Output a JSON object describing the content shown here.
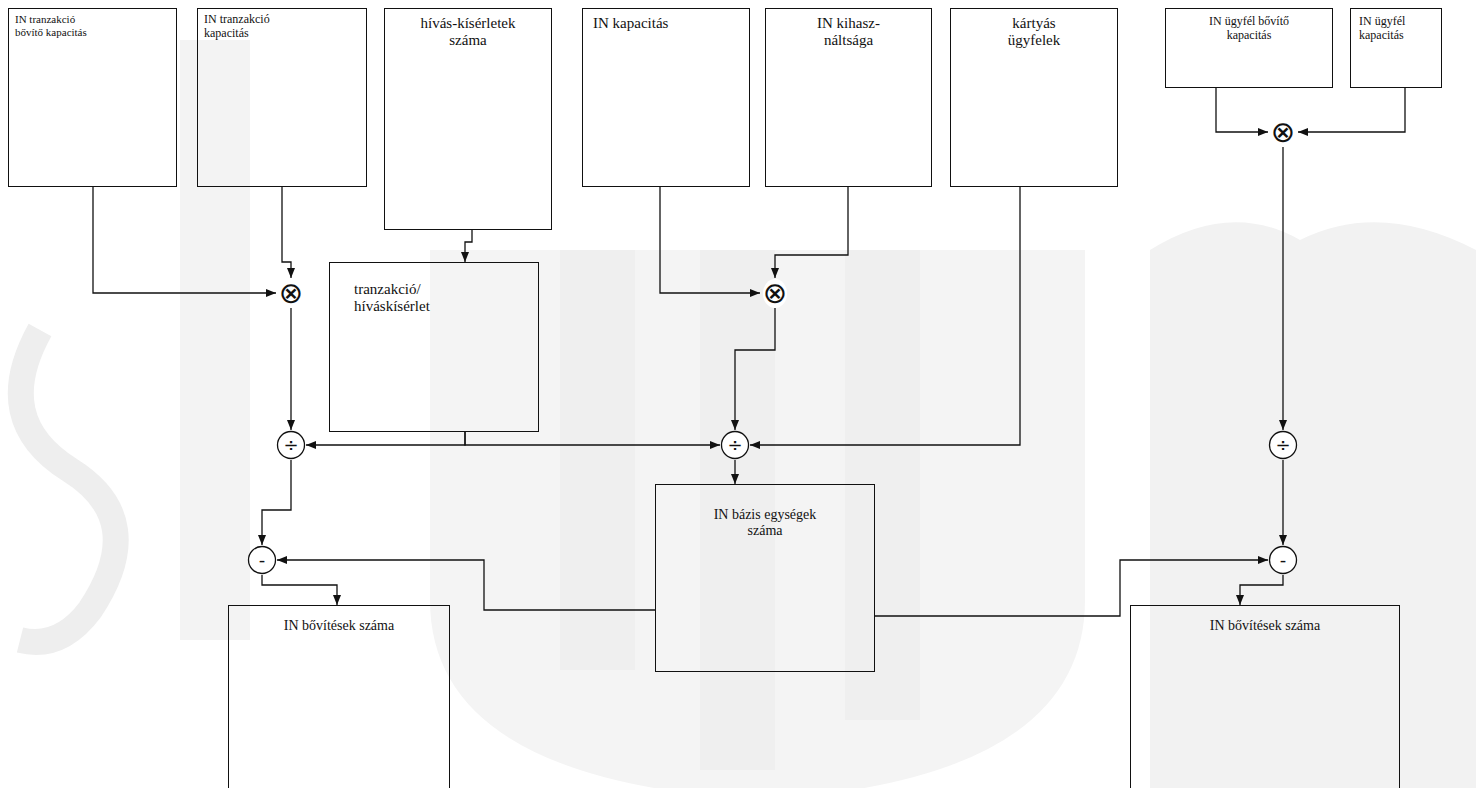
{
  "diagram": {
    "nodes": [
      {
        "text": [
          "IN tranzakció bővítő kapacitás"
        ]
      },
      {
        "text": [
          "IN tranzakció kapacitás"
        ]
      },
      {
        "text": [
          "hívás-kísérletek száma"
        ]
      },
      {
        "text": [
          "IN kapacitás"
        ]
      },
      {
        "text": [
          "IN kihasz- náltsága"
        ]
      },
      {
        "text": [
          "kártyás ügyfelek"
        ]
      },
      {
        "text": [
          "IN ügyfél bővítő kapacitás"
        ]
      },
      {
        "text": [
          "IN ügyfél kapacitás"
        ]
      },
      {
        "text": [
          "⊗"
        ]
      },
      {
        "text": [
          "tranzakció/ híváskísérlet"
        ]
      },
      {
        "text": [
          "⊗"
        ]
      },
      {
        "text": [
          "⊗"
        ]
      },
      {
        "text": [
          "÷"
        ]
      },
      {
        "text": [
          "÷"
        ]
      },
      {
        "text": [
          "÷"
        ]
      },
      {
        "text": [
          "IN bázis egységek száma"
        ]
      },
      {
        "text": [
          "-"
        ]
      },
      {
        "text": [
          "-"
        ]
      },
      {
        "text": [
          "IN bővítések száma"
        ]
      },
      {
        "text": [
          "IN bővítések száma"
        ]
      }
    ],
    "edges": [
      {
        "from": 0,
        "to": 8,
        "arrow": "to"
      },
      {
        "from": 1,
        "to": 8,
        "arrow": "to"
      },
      {
        "from": 3,
        "to": 10,
        "arrow": "to"
      },
      {
        "from": 4,
        "to": 10,
        "arrow": "to"
      },
      {
        "from": 6,
        "to": 11,
        "arrow": "to"
      },
      {
        "from": 7,
        "to": 11,
        "arrow": "to"
      },
      {
        "from": 2,
        "to": 9,
        "arrow": "to"
      },
      {
        "from": 8,
        "to": 12,
        "arrow": "to"
      },
      {
        "from": 9,
        "to": 12,
        "arrow": "to"
      },
      {
        "from": 9,
        "to": 13,
        "arrow": "to"
      },
      {
        "from": 10,
        "to": 13,
        "arrow": "to"
      },
      {
        "from": 5,
        "to": 13,
        "arrow": "to"
      },
      {
        "from": 11,
        "to": 14,
        "arrow": "to"
      },
      {
        "from": 13,
        "to": 15,
        "arrow": "to"
      },
      {
        "from": 12,
        "to": 16,
        "arrow": "to"
      },
      {
        "from": 15,
        "to": 16,
        "arrow": "to"
      },
      {
        "from": 14,
        "to": 17,
        "arrow": "to"
      },
      {
        "from": 15,
        "to": 17,
        "arrow": "to"
      },
      {
        "from": 16,
        "to": 18,
        "arrow": "to"
      },
      {
        "from": 17,
        "to": 19,
        "arrow": "to"
      }
    ]
  }
}
